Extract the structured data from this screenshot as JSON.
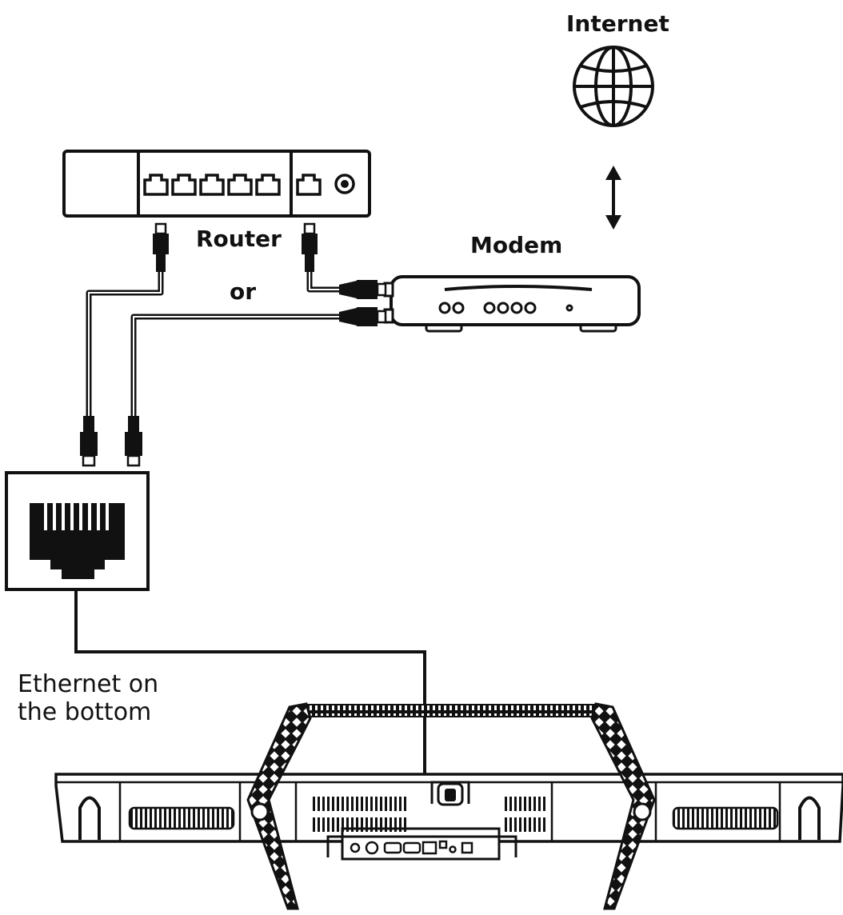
{
  "labels": {
    "internet": "Internet",
    "router": "Router",
    "modem": "Modem",
    "or": "or",
    "ethernet_line1": "Ethernet on",
    "ethernet_line2": "the bottom"
  },
  "icons": {
    "internet": "globe-icon",
    "ethernet_port": "rj45-port-icon",
    "link": "bidirectional-arrow-icon"
  },
  "colors": {
    "line": "#111111",
    "background": "#ffffff"
  }
}
